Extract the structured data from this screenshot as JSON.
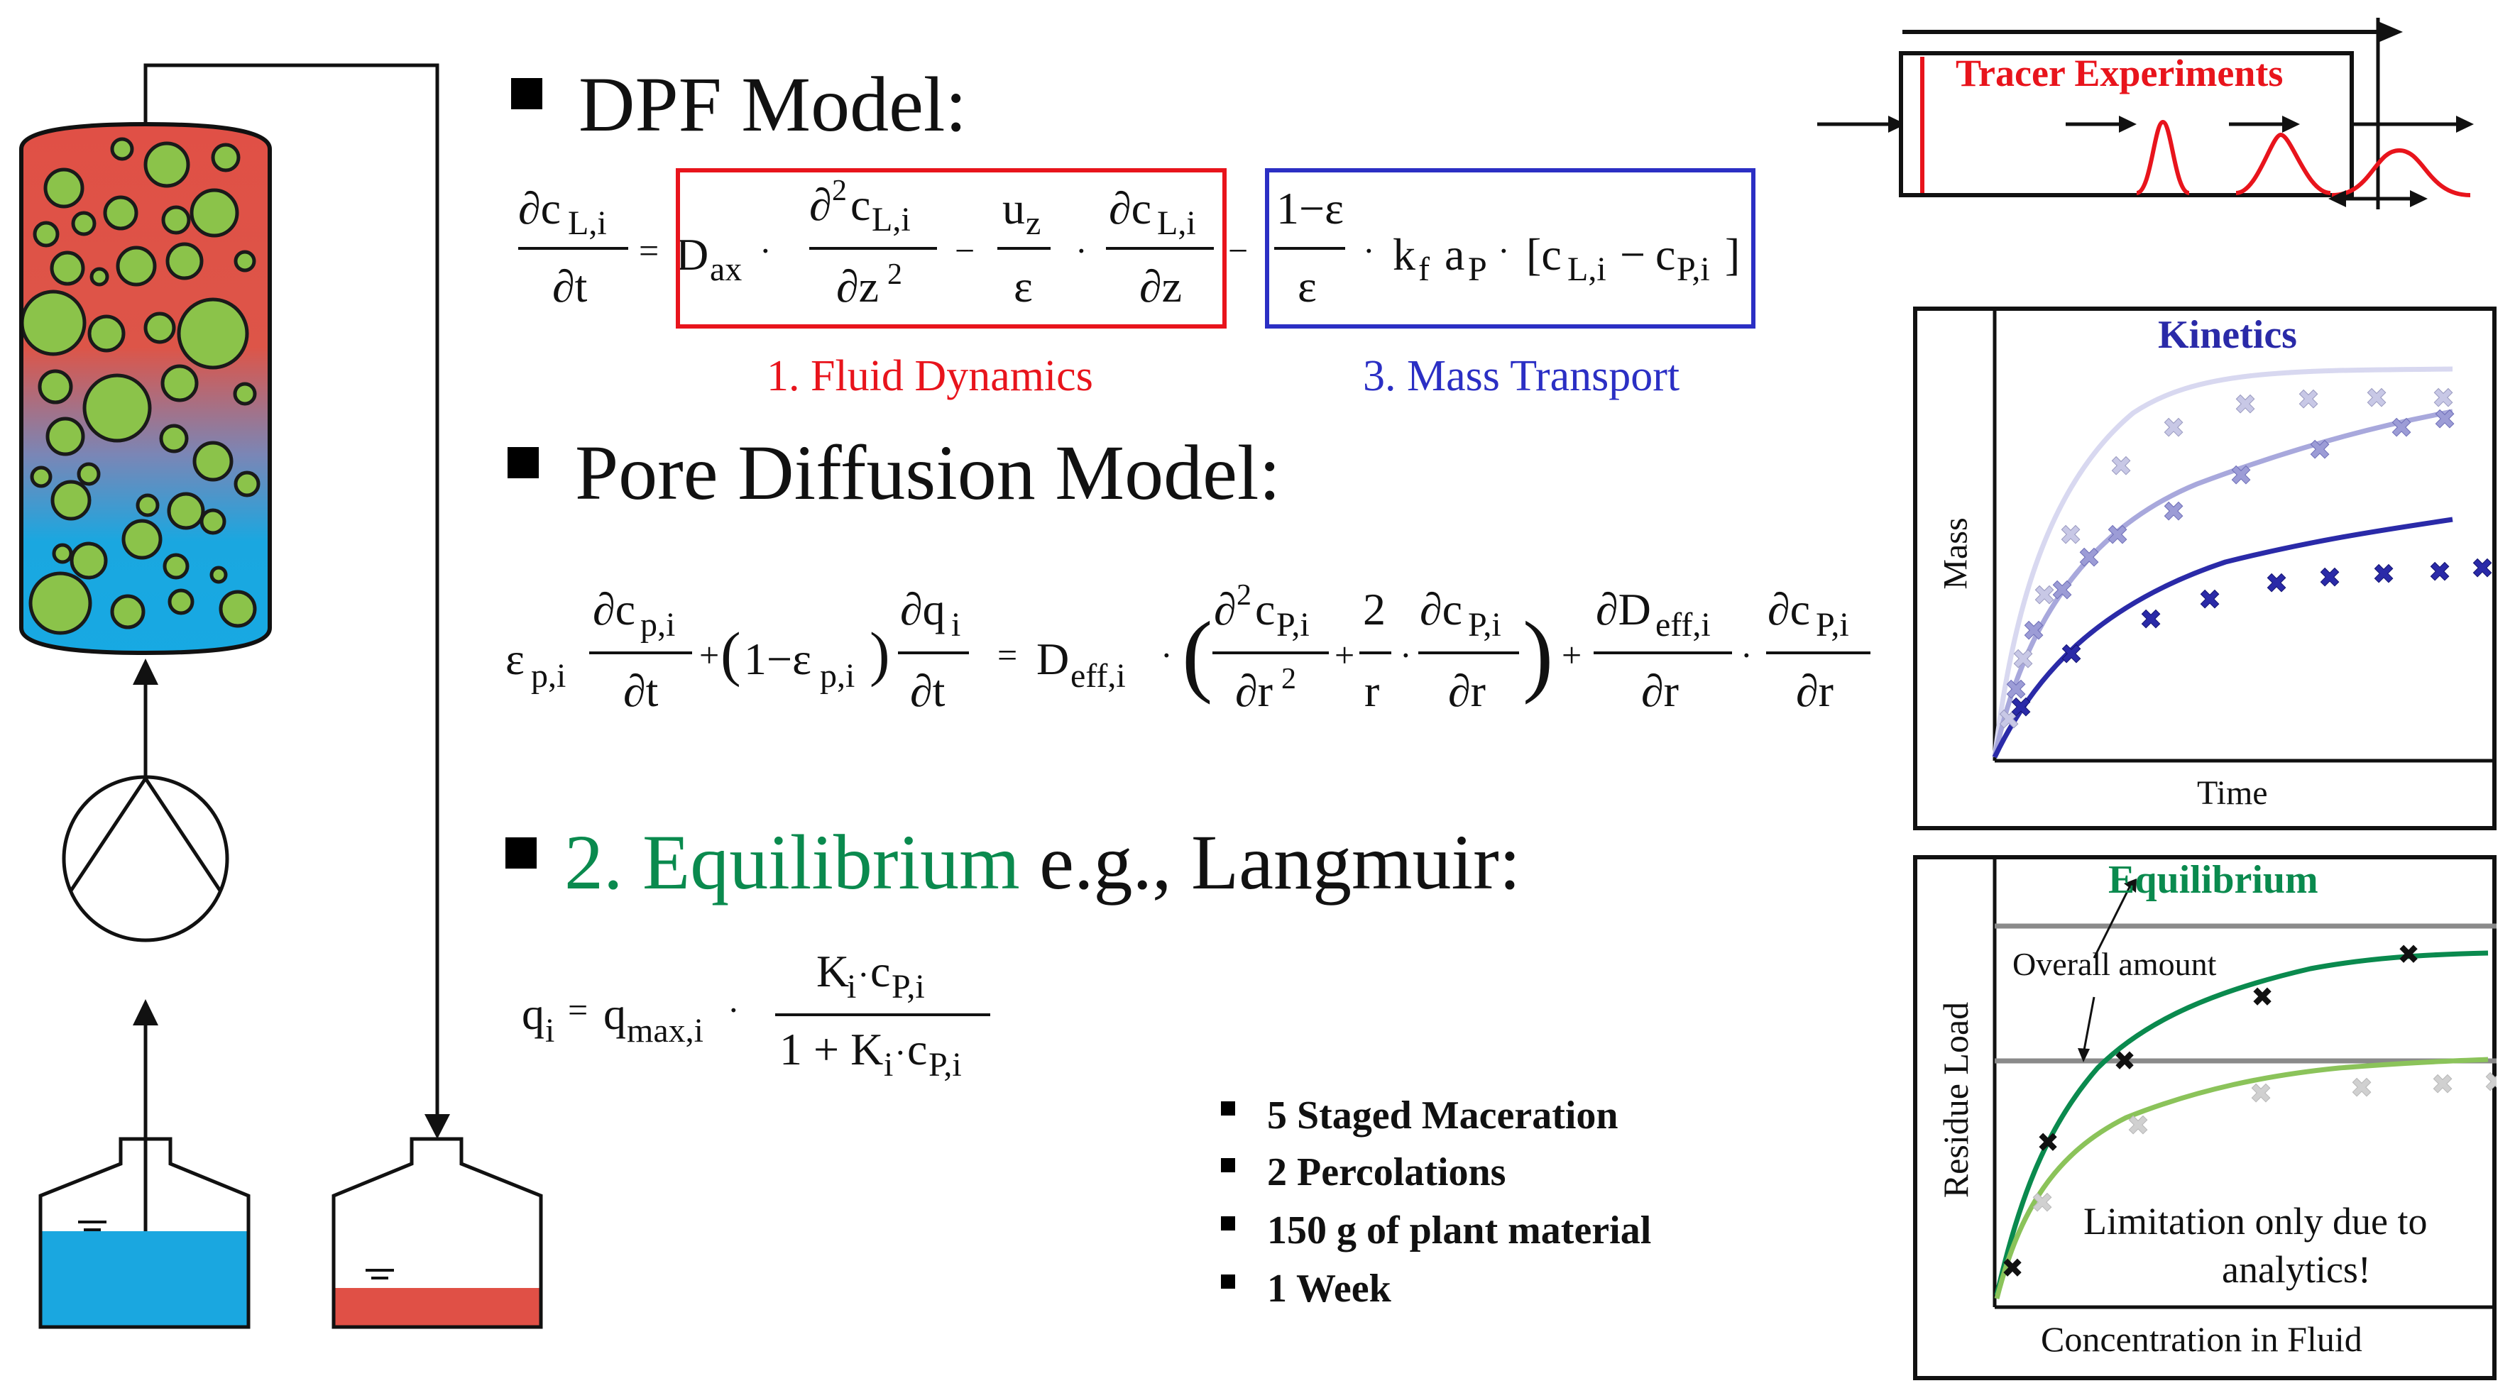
{
  "headings": {
    "dpf": "DPF Model:",
    "pore": "Pore Diffusion Model:",
    "equilibrium_colored": "2. Equilibrium",
    "equilibrium_rest": " e.g., Langmuir:"
  },
  "equation_labels": {
    "fluid_dynamics": "1. Fluid Dynamics",
    "mass_transport": "3. Mass Transport"
  },
  "bullets": [
    "5 Staged Maceration",
    "2 Percolations",
    "150 g of plant material",
    "1 Week"
  ],
  "tracer": {
    "label": "Tracer Experiments"
  },
  "kinetics_chart": {
    "title": "Kinetics",
    "xlabel": "Time",
    "ylabel": "Mass"
  },
  "equilibrium_chart": {
    "title": "Equilibrium",
    "xlabel": "Concentration in Fluid",
    "ylabel": "Residue Load",
    "annotation": "Overall amount",
    "note_line1": "Limitation only due to",
    "note_line2": "analytics!"
  },
  "colors": {
    "red_box": "#e8141c",
    "blue_box": "#2b2fc4",
    "equilibrium_green": "#0a8a4e",
    "kinetics_blue": "#2a2aa8",
    "column_red": "#e05046",
    "column_blue": "#1aa7e0",
    "particle_green": "#8bc34a"
  }
}
